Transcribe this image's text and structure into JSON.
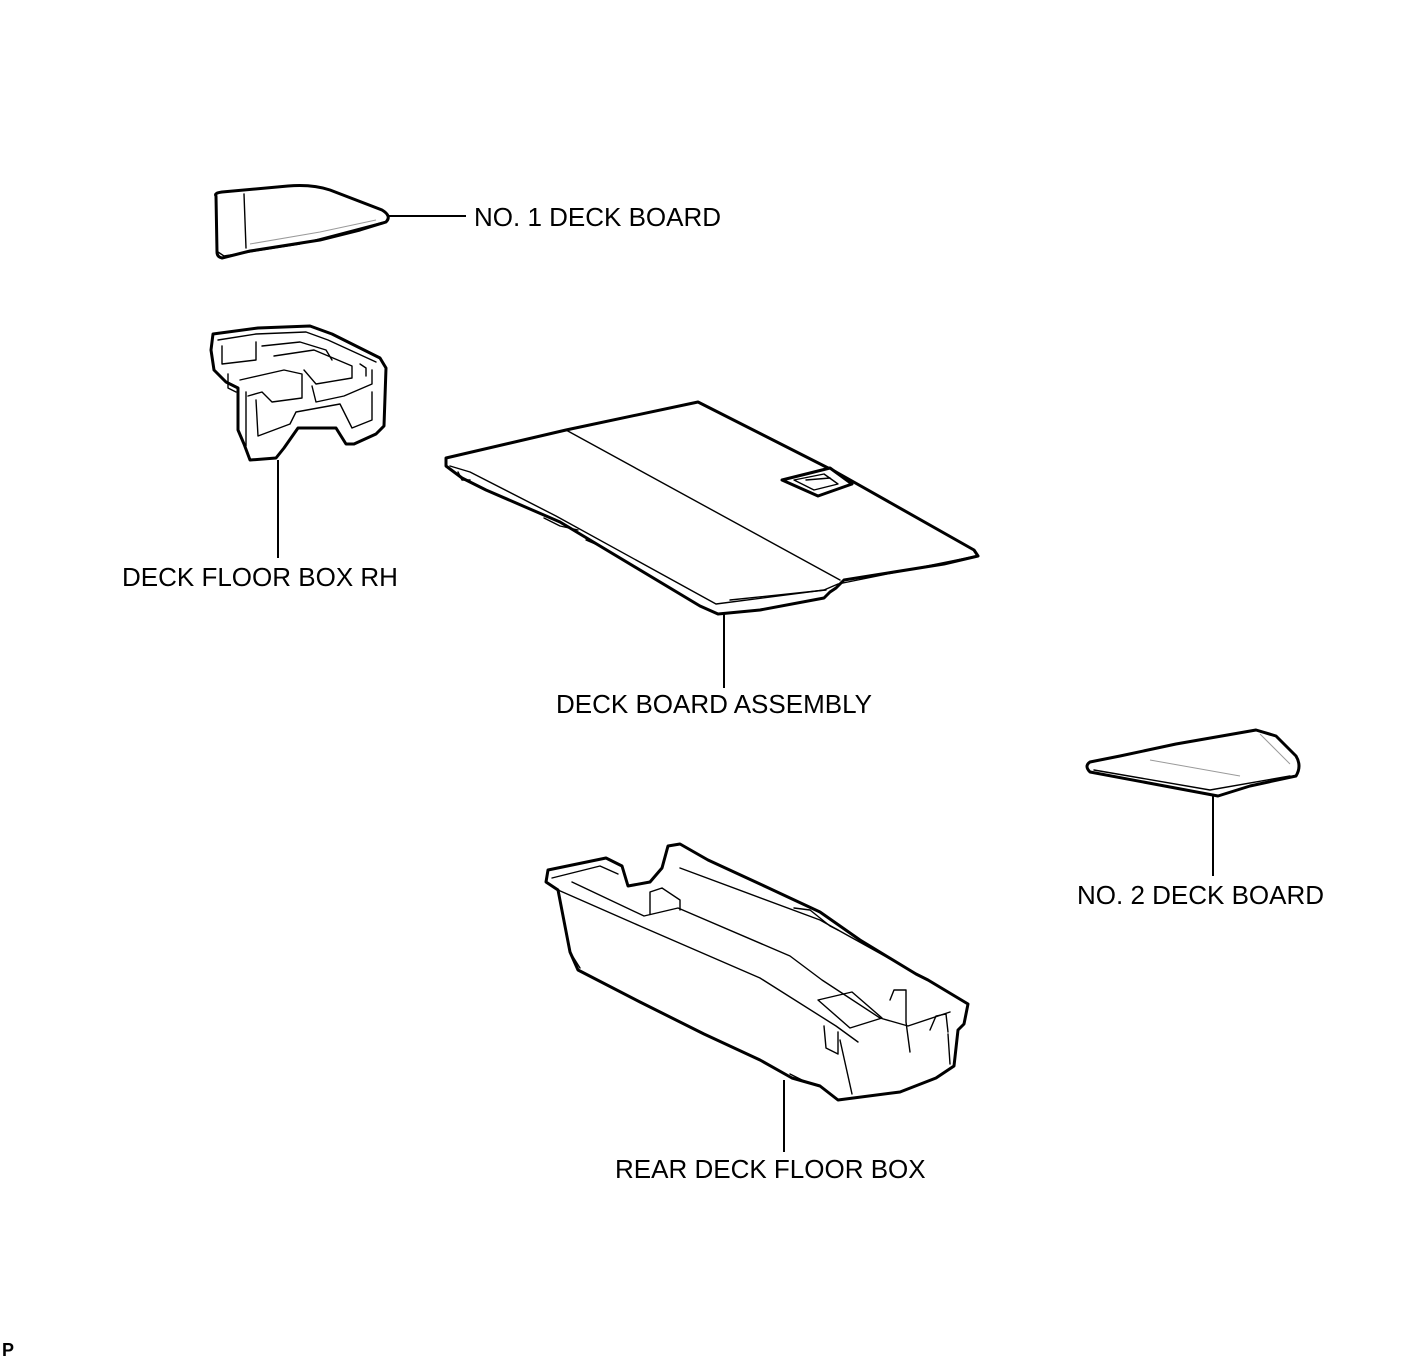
{
  "parts": [
    {
      "id": "no1",
      "label": "NO. 1 DECK BOARD"
    },
    {
      "id": "floorbox-rh",
      "label": "DECK FLOOR BOX RH"
    },
    {
      "id": "assembly",
      "label": "DECK BOARD ASSEMBLY"
    },
    {
      "id": "no2",
      "label": "NO. 2 DECK BOARD"
    },
    {
      "id": "rear-box",
      "label": "REAR DECK FLOOR BOX"
    }
  ],
  "corner_code": "P"
}
